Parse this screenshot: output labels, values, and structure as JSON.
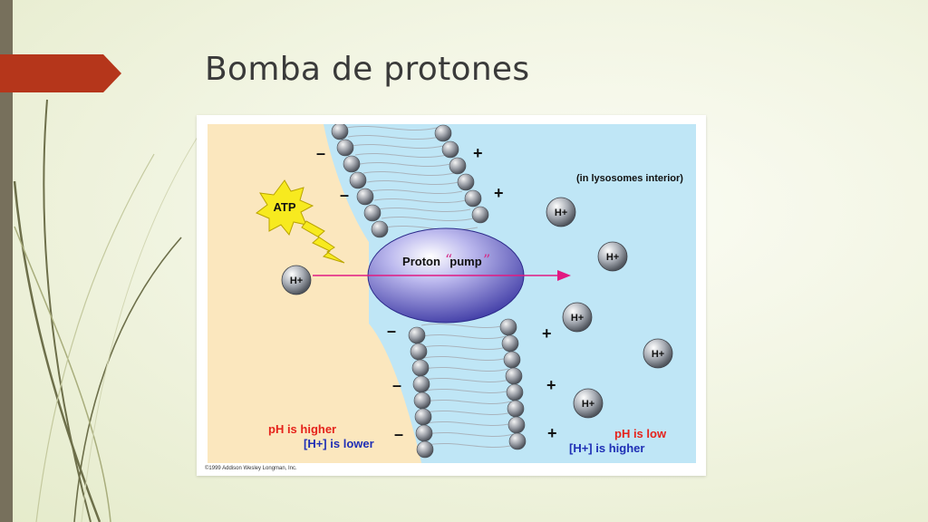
{
  "slide": {
    "title": "Bomba de protones",
    "accent_color": "#b5361b",
    "sidebar_color": "#77705c"
  },
  "diagram": {
    "atp_label": "ATP",
    "pump_label_pre": "Proton ",
    "pump_label_word": "pump",
    "interior_note": "(in lysosomes interior)",
    "proton_label": "H+",
    "minus_sign": "–",
    "plus_sign": "+",
    "left_ph_text": "pH is higher",
    "left_conc_text": "[H+] is lower",
    "right_ph_text": "pH is low",
    "right_conc_text": "[H+] is higher",
    "copyright": "©1999 Addison Wesley Longman, Inc.",
    "colors": {
      "cytosol": "#fbe7be",
      "lumen": "#bfe6f6",
      "pump": "#8e8bd6",
      "arrow": "#e21a82",
      "atp_burst": "#f7ea1f",
      "red_text": "#e5231b",
      "blue_text": "#1f2fb5"
    }
  }
}
